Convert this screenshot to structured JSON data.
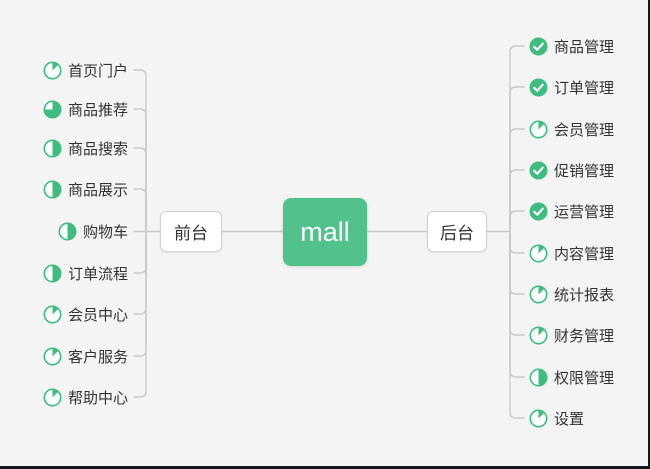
{
  "center": {
    "label": "mall"
  },
  "left_branch": {
    "label": "前台",
    "items": [
      {
        "label": "首页门户",
        "icon": "progress-1-8"
      },
      {
        "label": "商品推荐",
        "icon": "progress-3-4"
      },
      {
        "label": "商品搜索",
        "icon": "progress-1-2"
      },
      {
        "label": "商品展示",
        "icon": "progress-1-2"
      },
      {
        "label": "购物车",
        "icon": "progress-1-2"
      },
      {
        "label": "订单流程",
        "icon": "progress-1-2"
      },
      {
        "label": "会员中心",
        "icon": "progress-1-8"
      },
      {
        "label": "客户服务",
        "icon": "progress-1-8"
      },
      {
        "label": "帮助中心",
        "icon": "progress-1-8"
      }
    ]
  },
  "right_branch": {
    "label": "后台",
    "items": [
      {
        "label": "商品管理",
        "icon": "check"
      },
      {
        "label": "订单管理",
        "icon": "check"
      },
      {
        "label": "会员管理",
        "icon": "progress-1-8"
      },
      {
        "label": "促销管理",
        "icon": "check"
      },
      {
        "label": "运营管理",
        "icon": "check"
      },
      {
        "label": "内容管理",
        "icon": "progress-1-8"
      },
      {
        "label": "统计报表",
        "icon": "progress-1-8"
      },
      {
        "label": "财务管理",
        "icon": "progress-1-8"
      },
      {
        "label": "权限管理",
        "icon": "progress-1-2"
      },
      {
        "label": "设置",
        "icon": "progress-1-8"
      }
    ]
  },
  "colors": {
    "accent_green": "#3FBD7E",
    "mall_green": "#52C28D",
    "connector": "#C9C9C9",
    "node_border": "#D2D2D2",
    "text": "#333333",
    "background": "#F4F4F5",
    "frame_edge": "#14181F"
  }
}
